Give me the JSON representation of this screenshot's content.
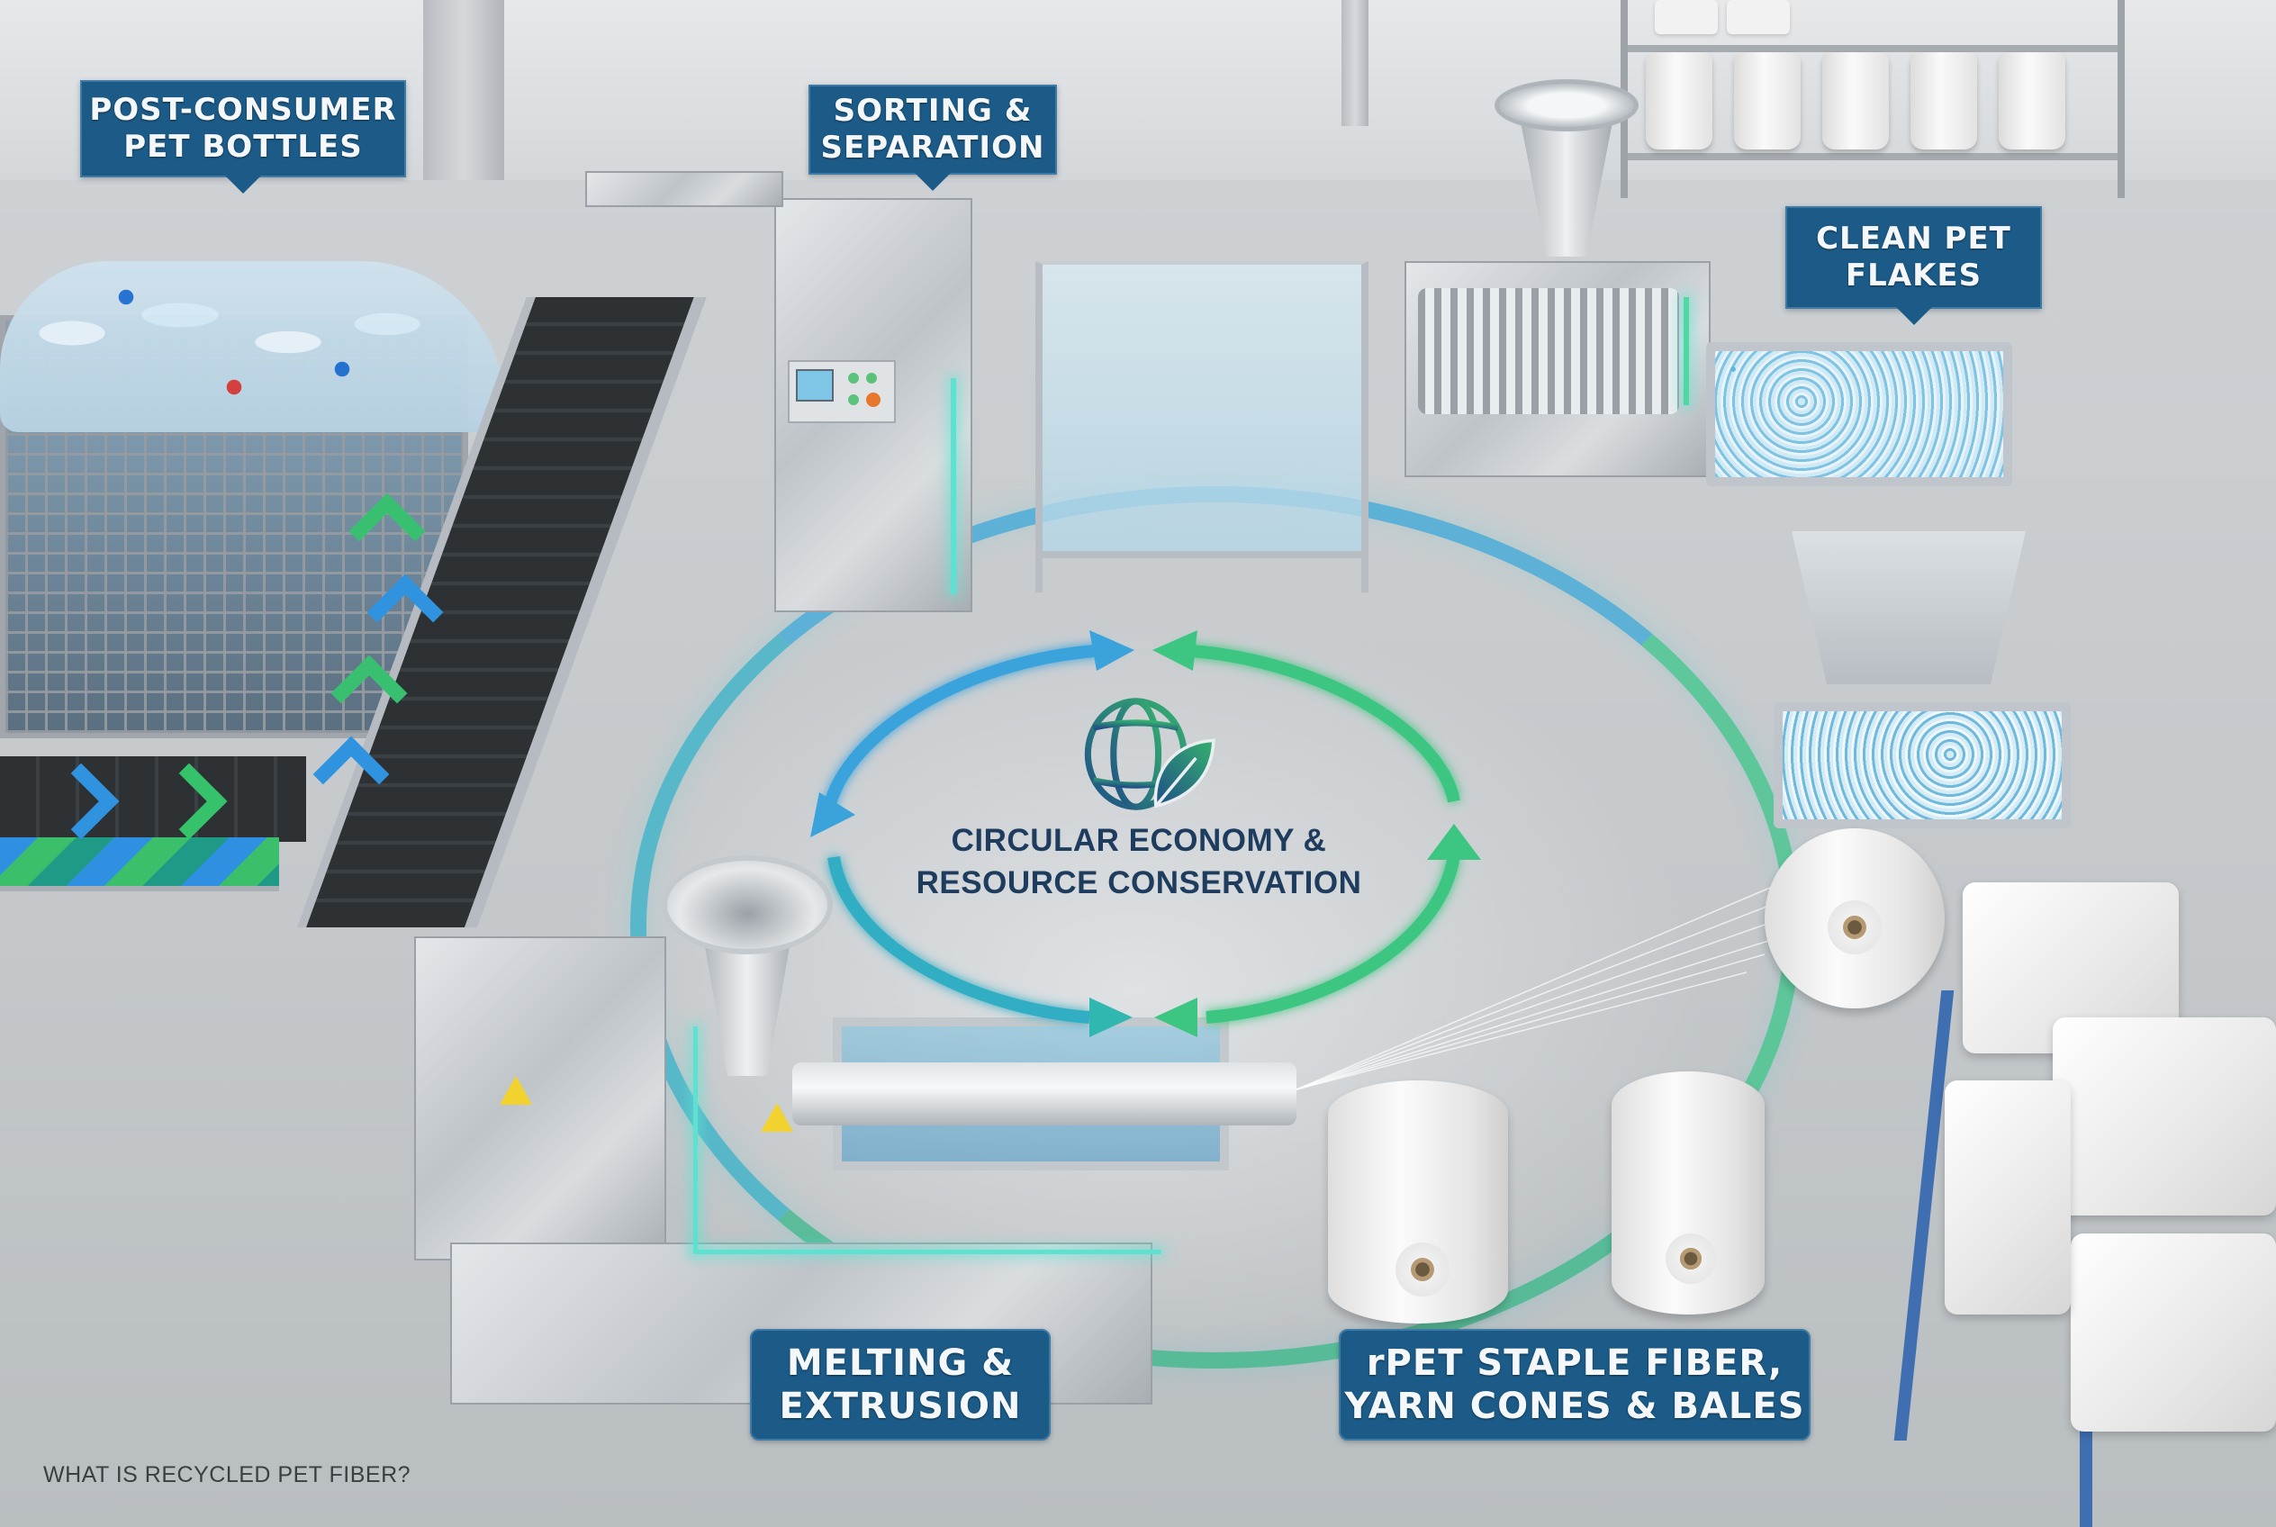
{
  "title": "What is Recycled PET Fiber?",
  "caption": "WHAT IS RECYCLED PET FIBER?",
  "stages": [
    {
      "id": "post-consumer",
      "lines": [
        "POST-CONSUMER",
        "PET BOTTLES"
      ]
    },
    {
      "id": "sorting",
      "lines": [
        "SORTING &",
        "SEPARATION"
      ]
    },
    {
      "id": "clean-flakes",
      "lines": [
        "CLEAN PET",
        "FLAKES"
      ]
    },
    {
      "id": "melting",
      "lines": [
        "MELTING &",
        "EXTRUSION"
      ]
    },
    {
      "id": "rpet-output",
      "lines": [
        "rPET STAPLE FIBER,",
        "YARN CONES & BALES"
      ]
    }
  ],
  "center": {
    "icon": "globe-leaf-icon",
    "lines": [
      "CIRCULAR ECONOMY &",
      "RESOURCE CONSERVATION"
    ]
  },
  "colors": {
    "label_bg": "#1c5b88",
    "label_text": "#f4f8fb",
    "center_text": "#1d3c5e",
    "cycle_blue": "#3aa3dc",
    "cycle_teal": "#2fb7b0",
    "cycle_green": "#3cc681",
    "glow": "#5fe0d0"
  },
  "icons": {
    "cycle_arrows": "circular-arrows-icon",
    "hazard": "high-voltage-warning-icon"
  }
}
